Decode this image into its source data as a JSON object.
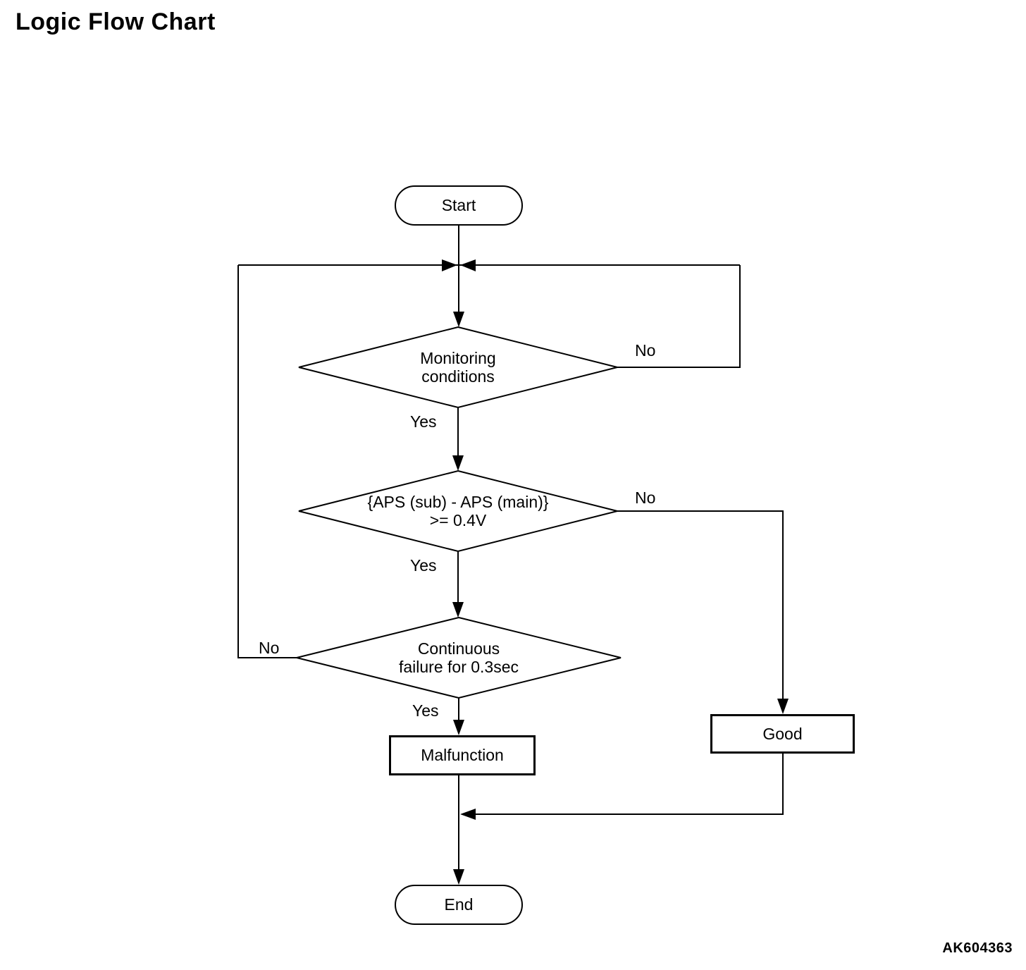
{
  "page": {
    "title": "Logic Flow Chart",
    "figure_code": "AK604363",
    "background_color": "#ffffff",
    "line_color": "#000000"
  },
  "flowchart": {
    "nodes": {
      "start": {
        "type": "terminal",
        "label": "Start"
      },
      "monitoring": {
        "type": "decision",
        "line1": "Monitoring",
        "line2": "conditions"
      },
      "aps": {
        "type": "decision",
        "line1": "{APS (sub) - APS (main)}",
        "line2": ">= 0.4V"
      },
      "continuous": {
        "type": "decision",
        "line1": "Continuous",
        "line2": "failure for 0.3sec"
      },
      "malfunction": {
        "type": "process",
        "label": "Malfunction"
      },
      "good": {
        "type": "process",
        "label": "Good"
      },
      "end": {
        "type": "terminal",
        "label": "End"
      }
    },
    "edge_labels": {
      "monitoring_no": "No",
      "monitoring_yes": "Yes",
      "aps_no": "No",
      "aps_yes": "Yes",
      "continuous_no": "No",
      "continuous_yes": "Yes"
    }
  }
}
